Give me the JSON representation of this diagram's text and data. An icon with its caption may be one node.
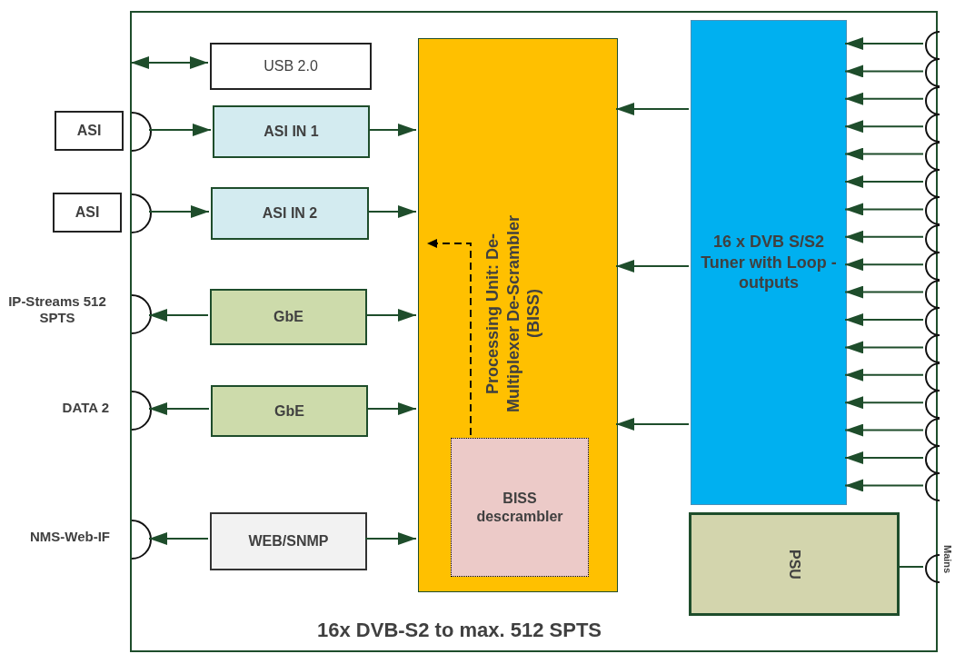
{
  "diagram": {
    "nodes": [
      {
        "text": [
          "16x DVB-S2 to max. 512 SPTS"
        ]
      },
      {
        "text": [
          "USB 2.0"
        ],
        "in": 0
      },
      {
        "text": [
          "ASI"
        ]
      },
      {
        "text": [],
        "shape": "circle",
        "in": 0
      },
      {
        "text": [
          "ASI IN 1"
        ],
        "in": 0
      },
      {
        "text": [
          "ASI"
        ]
      },
      {
        "text": [],
        "shape": "circle",
        "in": 0
      },
      {
        "text": [
          "ASI IN 2"
        ],
        "in": 0
      },
      {
        "text": [],
        "shape": "circle",
        "beside": [
          "IP-Streams 512 SPTS"
        ],
        "in": 0
      },
      {
        "text": [
          "GbE"
        ],
        "in": 0
      },
      {
        "text": [],
        "shape": "circle",
        "beside": [
          "DATA 2"
        ],
        "in": 0
      },
      {
        "text": [
          "GbE"
        ],
        "in": 0
      },
      {
        "text": [],
        "shape": "circle",
        "beside": [
          "NMS-Web-IF"
        ],
        "in": 0
      },
      {
        "text": [
          "WEB/SNMP"
        ],
        "in": 0
      },
      {
        "text": [
          "Processing Unit: De-Multiplexer De-Scrambler (BISS)"
        ],
        "in": 0
      },
      {
        "text": [
          "BISS descrambler"
        ],
        "in": 14
      },
      {
        "text": [
          "16 x DVB S/S2 Tuner with Loop - outputs"
        ],
        "in": 0
      },
      {
        "text": [],
        "shape": "circle",
        "in": 0
      },
      {
        "text": [],
        "shape": "circle",
        "in": 0
      },
      {
        "text": [],
        "shape": "circle",
        "in": 0
      },
      {
        "text": [],
        "shape": "circle",
        "in": 0
      },
      {
        "text": [],
        "shape": "circle",
        "in": 0
      },
      {
        "text": [],
        "shape": "circle",
        "in": 0
      },
      {
        "text": [],
        "shape": "circle",
        "in": 0
      },
      {
        "text": [],
        "shape": "circle",
        "in": 0
      },
      {
        "text": [],
        "shape": "circle",
        "in": 0
      },
      {
        "text": [],
        "shape": "circle",
        "in": 0
      },
      {
        "text": [],
        "shape": "circle",
        "in": 0
      },
      {
        "text": [],
        "shape": "circle",
        "in": 0
      },
      {
        "text": [],
        "shape": "circle",
        "in": 0
      },
      {
        "text": [],
        "shape": "circle",
        "in": 0
      },
      {
        "text": [],
        "shape": "circle",
        "in": 0
      },
      {
        "text": [],
        "shape": "circle",
        "in": 0
      },
      {
        "text": [],
        "shape": "circle",
        "in": 0
      },
      {
        "text": [
          "PSU"
        ],
        "in": 0
      },
      {
        "text": [],
        "shape": "circle",
        "beside": [
          "Mains"
        ],
        "in": 0
      }
    ],
    "edges": [
      {
        "from": 0,
        "to": 1,
        "arrow": "both"
      },
      {
        "from": 3,
        "to": 4,
        "arrow": "to"
      },
      {
        "from": 4,
        "to": 14,
        "arrow": "to"
      },
      {
        "from": 6,
        "to": 7,
        "arrow": "to"
      },
      {
        "from": 7,
        "to": 14,
        "arrow": "to"
      },
      {
        "from": 9,
        "to": 8,
        "arrow": "to"
      },
      {
        "from": 9,
        "to": 14,
        "arrow": "to"
      },
      {
        "from": 11,
        "to": 10,
        "arrow": "to"
      },
      {
        "from": 11,
        "to": 14,
        "arrow": "to"
      },
      {
        "from": 13,
        "to": 12,
        "arrow": "to"
      },
      {
        "from": 13,
        "to": 14,
        "arrow": "to"
      },
      {
        "from": 15,
        "to": 14,
        "arrow": "to",
        "style": "dashed",
        "color": "#000000"
      },
      {
        "from": 16,
        "to": 14,
        "arrow": "to"
      },
      {
        "from": 16,
        "to": 14,
        "arrow": "to"
      },
      {
        "from": 16,
        "to": 14,
        "arrow": "to"
      },
      {
        "from": 17,
        "to": 16,
        "arrow": "to"
      },
      {
        "from": 18,
        "to": 16,
        "arrow": "to"
      },
      {
        "from": 19,
        "to": 16,
        "arrow": "to"
      },
      {
        "from": 20,
        "to": 16,
        "arrow": "to"
      },
      {
        "from": 21,
        "to": 16,
        "arrow": "to"
      },
      {
        "from": 22,
        "to": 16,
        "arrow": "to"
      },
      {
        "from": 23,
        "to": 16,
        "arrow": "to"
      },
      {
        "from": 24,
        "to": 16,
        "arrow": "to"
      },
      {
        "from": 25,
        "to": 16,
        "arrow": "to"
      },
      {
        "from": 26,
        "to": 16,
        "arrow": "to"
      },
      {
        "from": 27,
        "to": 16,
        "arrow": "to"
      },
      {
        "from": 28,
        "to": 16,
        "arrow": "to"
      },
      {
        "from": 29,
        "to": 16,
        "arrow": "to"
      },
      {
        "from": 30,
        "to": 16,
        "arrow": "to"
      },
      {
        "from": 31,
        "to": 16,
        "arrow": "to"
      },
      {
        "from": 32,
        "to": 16,
        "arrow": "to"
      },
      {
        "from": 33,
        "to": 16,
        "arrow": "to"
      },
      {
        "from": 35,
        "to": 34,
        "arrow": "none"
      }
    ]
  }
}
